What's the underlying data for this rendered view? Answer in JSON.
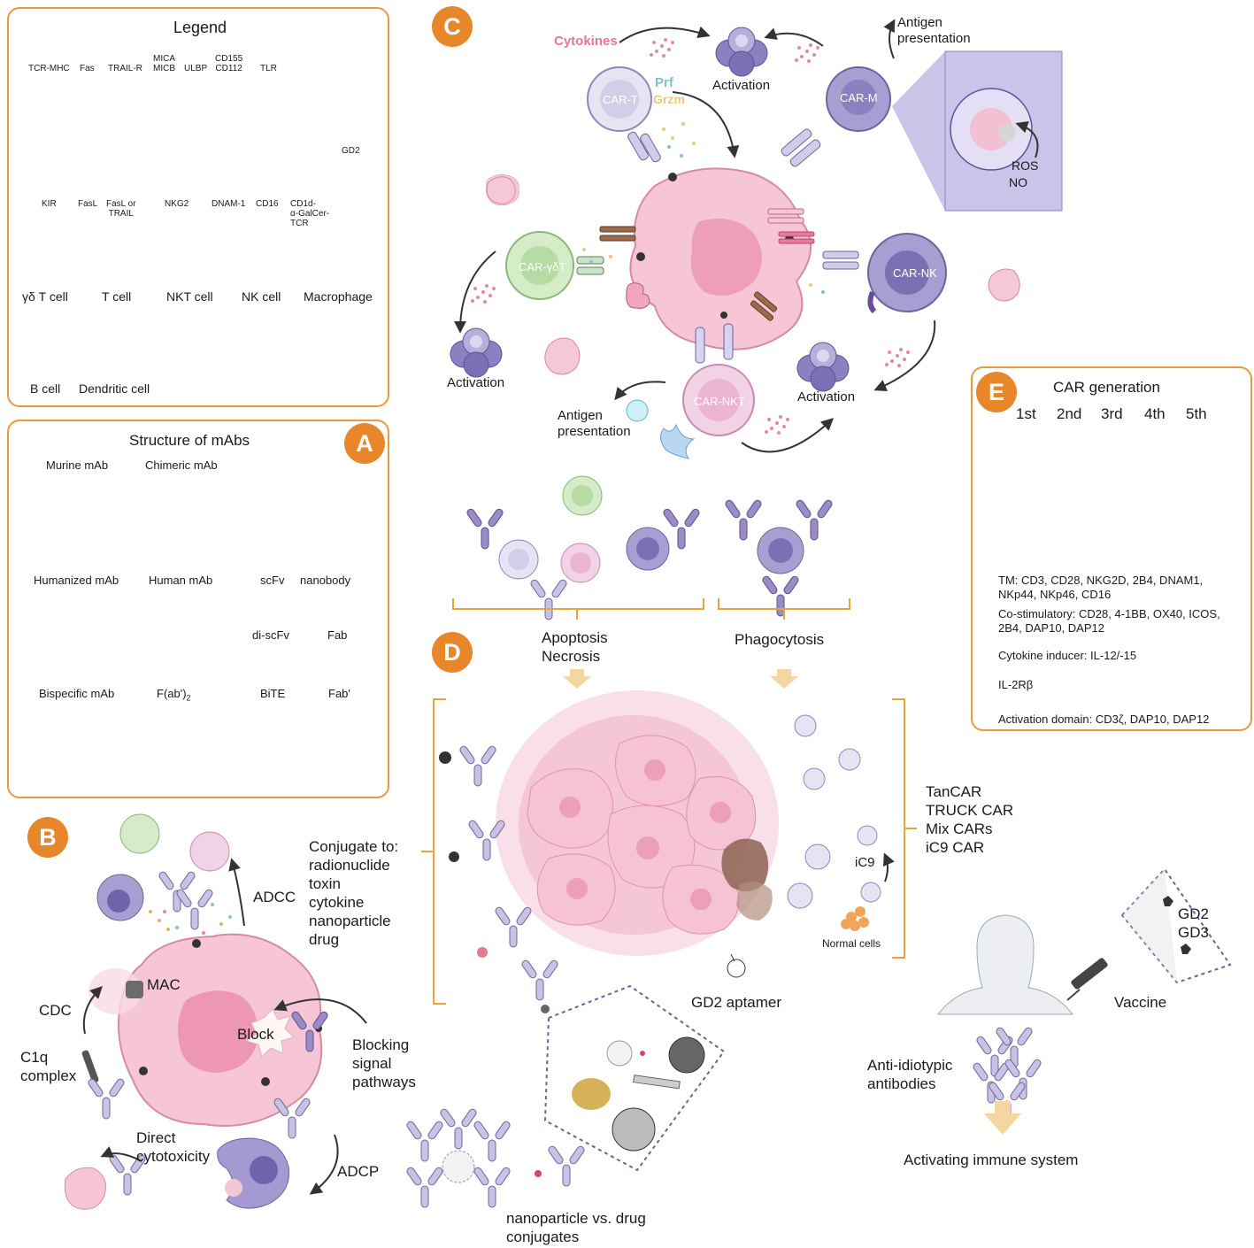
{
  "legend": {
    "title": "Legend",
    "receptors": [
      "TCR-MHC",
      "Fas",
      "TRAIL-R",
      "MICA\nMICB",
      "ULBP",
      "CD155\nCD112",
      "TLR",
      "KIR",
      "FasL",
      "FasL or\nTRAIL",
      "NKG2",
      "DNAM-1",
      "CD16",
      "CD1d-\nα-GalCer-\nTCR",
      "GD2"
    ],
    "cells": [
      "γδ T cell",
      "T cell",
      "NKT cell",
      "NK cell",
      "Macrophage",
      "B cell",
      "Dendritic cell"
    ]
  },
  "panel_a": {
    "badge": "A",
    "title": "Structure of mAbs",
    "items": [
      "Murine mAb",
      "Chimeric mAb",
      "Humanized mAb",
      "Human mAb",
      "scFv",
      "nanobody",
      "di-scFv",
      "Fab",
      "Bispecific mAb",
      "F(ab')",
      "2",
      "BiTE",
      "Fab'"
    ]
  },
  "panel_b": {
    "badge": "B",
    "labels": {
      "adcc": "ADCC",
      "conjugate": "Conjugate to:\nradionuclide\ntoxin\ncytokine\nnanoparticle\ndrug",
      "mac": "MAC",
      "cdc": "CDC",
      "c1q": "C1q\ncomplex",
      "block": "Block",
      "blocking": "Blocking\nsignal\npathways",
      "direct": "Direct\ncytotoxicity",
      "adcp": "ADCP",
      "conjugates": "nanoparticle vs. drug\nconjugates"
    }
  },
  "panel_c": {
    "badge": "C",
    "labels": {
      "cytokines": "Cytokines",
      "prf": "Prf",
      "grzm": "Grzm",
      "car_t": "CAR-T",
      "car_m": "CAR-M",
      "car_gdt": "CAR-γδT",
      "car_nk": "CAR-NK",
      "car_nkt": "CAR-NKT",
      "activation_top": "Activation",
      "activation_left": "Activation",
      "activation_right": "Activation",
      "antigen_top": "Antigen\npresentation",
      "antigen_bottom": "Antigen\npresentation",
      "ros": "ROS",
      "no": "NO"
    }
  },
  "panel_d": {
    "badge": "D",
    "labels": {
      "apoptosis": "Apoptosis\nNecrosis",
      "phagocytosis": "Phagocytosis",
      "gd2_aptamer": "GD2 aptamer",
      "ic9": "iC9",
      "normal_cells": "Normal cells",
      "car_types": "TanCAR\nTRUCK CAR\nMix CARs\niC9 CAR"
    }
  },
  "panel_e": {
    "badge": "E",
    "title": "CAR generation",
    "generations": [
      "1st",
      "2nd",
      "3rd",
      "4th",
      "5th"
    ],
    "key": [
      {
        "label": "TM: CD3, CD28, NKG2D, 2B4, DNAM1,\nNKp44, NKp46, CD16",
        "color": "#f1e3a2"
      },
      {
        "label": "Co-stimulatory: CD28, 4-1BB, OX40, ICOS,\n2B4, DAP10, DAP12",
        "color": "#d8d4ec"
      },
      {
        "label": "Cytokine inducer: IL-12/-15",
        "color": "#e4eef4"
      },
      {
        "label": "IL-2Rβ",
        "color": "#8d93c4"
      },
      {
        "label": "Activation domain: CD3ζ, DAP10, DAP12",
        "color": "#b4a5d4"
      }
    ]
  },
  "vaccine": {
    "gd2": "GD2",
    "gd3": "GD3",
    "vaccine": "Vaccine",
    "anti_idiotypic": "Anti-idiotypic\nantibodies",
    "activating": "Activating immune system"
  },
  "colors": {
    "panel_border": "#e89a3c",
    "badge": "#e8862a",
    "tumor": "#f3c3d3",
    "antibody": "#c9c2e4",
    "cytokines_text": "#e8749a",
    "prf_text": "#7fc0cc",
    "grzm_text": "#e9c77b"
  }
}
